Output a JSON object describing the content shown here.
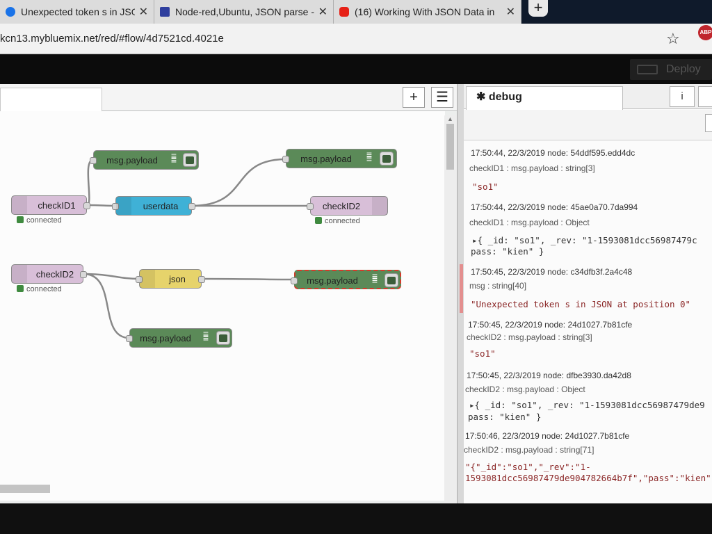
{
  "browser": {
    "tabs": [
      {
        "label": "Unexpected token s in JSON at p",
        "fav_color": "#1a73e8"
      },
      {
        "label": "Node-red,Ubuntu, JSON parse -",
        "fav_color": "#2f3f9e"
      },
      {
        "label": "(16) Working With JSON Data in",
        "fav_color": "#e62117"
      }
    ],
    "close_glyph": "✕",
    "new_tab_glyph": "+",
    "url": "kcn13.mybluemix.net/red/#flow/4d7521cd.4021e",
    "star_glyph": "☆",
    "abp_label": "ABP"
  },
  "header": {
    "deploy_label": "Deploy"
  },
  "workspace": {
    "add_glyph": "+",
    "menu_glyph": "☰",
    "nodes": [
      {
        "label": "msg.payload",
        "type": "debug"
      },
      {
        "label": "msg.payload",
        "type": "debug"
      },
      {
        "label": "checkID1",
        "type": "mqtt-in",
        "status": "connected"
      },
      {
        "label": "userdata",
        "type": "cloudant"
      },
      {
        "label": "checkID2",
        "type": "mqtt-out",
        "status": "connected"
      },
      {
        "label": "checkID2",
        "type": "mqtt-in",
        "status": "connected"
      },
      {
        "label": "json",
        "type": "json"
      },
      {
        "label": "msg.payload",
        "type": "debug"
      },
      {
        "label": "msg.payload",
        "type": "debug"
      }
    ],
    "colors": {
      "debug": "#5b8a58",
      "mqtt": "#d8bfd8",
      "cloudant": "#3fb1d6",
      "json": "#e6d36b",
      "status_ok": "#3f8a3f",
      "error": "#d23b2b"
    }
  },
  "sidebar": {
    "tab_label": "debug",
    "info_glyph": "i",
    "messages": [
      {
        "meta": "17:50:44, 22/3/2019   node: 54ddf595.edd4dc",
        "topic": "checkID1 : msg.payload : string[3]",
        "value": [
          "\"so1\""
        ],
        "error": false
      },
      {
        "meta": "17:50:44, 22/3/2019   node: 45ae0a70.7da994",
        "topic": "checkID1 : msg.payload : Object",
        "value": [
          "▸{ _id: \"so1\", _rev: \"1-1593081dcc56987479c",
          "pass: \"kien\" }"
        ],
        "error": false
      },
      {
        "meta": "17:50:45, 22/3/2019   node: c34dfb3f.2a4c48",
        "topic": "msg : string[40]",
        "value": [
          "\"Unexpected token s in JSON at position 0\""
        ],
        "error": true
      },
      {
        "meta": "17:50:45, 22/3/2019   node: 24d1027.7b81cfe",
        "topic": "checkID2 : msg.payload : string[3]",
        "value": [
          "\"so1\""
        ],
        "error": false
      },
      {
        "meta": "17:50:45, 22/3/2019   node: dfbe3930.da42d8",
        "topic": "checkID2 : msg.payload : Object",
        "value": [
          "▸{ _id: \"so1\", _rev: \"1-1593081dcc56987479de9",
          "pass: \"kien\" }"
        ],
        "error": false
      },
      {
        "meta": "17:50:46, 22/3/2019   node: 24d1027.7b81cfe",
        "topic": "checkID2 : msg.payload : string[71]",
        "value": [
          "\"{\"_id\":\"so1\",\"_rev\":\"1-",
          "1593081dcc56987479de904782664b7f\",\"pass\":\"kien\""
        ],
        "error": false
      }
    ]
  }
}
